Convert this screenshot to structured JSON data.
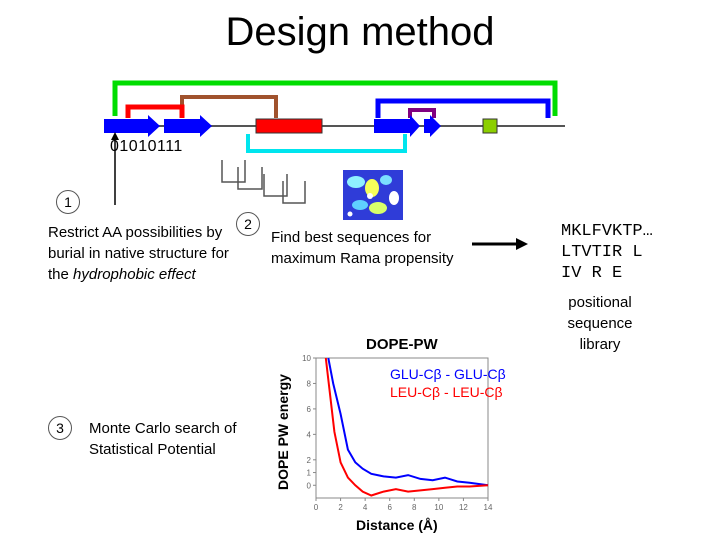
{
  "title": "Design method",
  "binary_code": "01010111",
  "step1": {
    "number": "1",
    "text": "Restrict AA possibilities by burial in native structure for the",
    "text_emphasis": "hydrophobic effect"
  },
  "step2": {
    "number": "2",
    "text": "Find best sequences for maximum Rama propensity"
  },
  "step3": {
    "number": "3",
    "text": "Monte Carlo search of Statistical Potential"
  },
  "sequence": {
    "line1": "MKLFVKTP…",
    "line2": "LTVTIR L",
    "line3": "IV R E"
  },
  "library_label": "positional sequence library",
  "colors": {
    "backbone": "#555555",
    "green": "#00dd00",
    "red": "#ff0000",
    "brown": "#a0522d",
    "blue": "#0000ff",
    "purple": "#800080",
    "cyan": "#00e5ee",
    "loop": "#8ccf00"
  },
  "chart_data": {
    "type": "line",
    "title": "DOPE-PW",
    "xlabel": "Distance (Å)",
    "ylabel": "DOPE PW energy",
    "xlim": [
      0,
      14
    ],
    "ylim": [
      -1,
      10
    ],
    "xticks": [
      "0",
      "2",
      "4",
      "6",
      "8",
      "10",
      "12",
      "14"
    ],
    "yticks": [
      "0",
      "1",
      "2",
      "4",
      "6",
      "8",
      "10"
    ],
    "series": [
      {
        "name": "GLU-Cβ - GLU-Cβ",
        "color": "#0000ff",
        "x": [
          1.0,
          1.4,
          2.0,
          2.6,
          3.2,
          3.8,
          4.5,
          5.5,
          6.5,
          7.5,
          8.5,
          9.5,
          10.5,
          11.5,
          12.5,
          14.0
        ],
        "y": [
          10.0,
          8.0,
          5.6,
          2.8,
          1.8,
          1.3,
          0.9,
          0.7,
          0.6,
          0.8,
          0.5,
          0.4,
          0.6,
          0.3,
          0.2,
          0.0
        ]
      },
      {
        "name": "LEU-Cβ - LEU-Cβ",
        "color": "#ff0000",
        "x": [
          0.8,
          1.1,
          1.5,
          2.0,
          2.6,
          3.2,
          3.8,
          4.5,
          5.5,
          6.5,
          7.5,
          8.5,
          9.5,
          10.5,
          11.5,
          12.5,
          14.0
        ],
        "y": [
          10.0,
          7.5,
          4.2,
          1.8,
          0.6,
          0.0,
          -0.5,
          -0.8,
          -0.5,
          -0.3,
          -0.5,
          -0.4,
          -0.3,
          -0.2,
          -0.1,
          -0.1,
          0.0
        ]
      }
    ]
  }
}
